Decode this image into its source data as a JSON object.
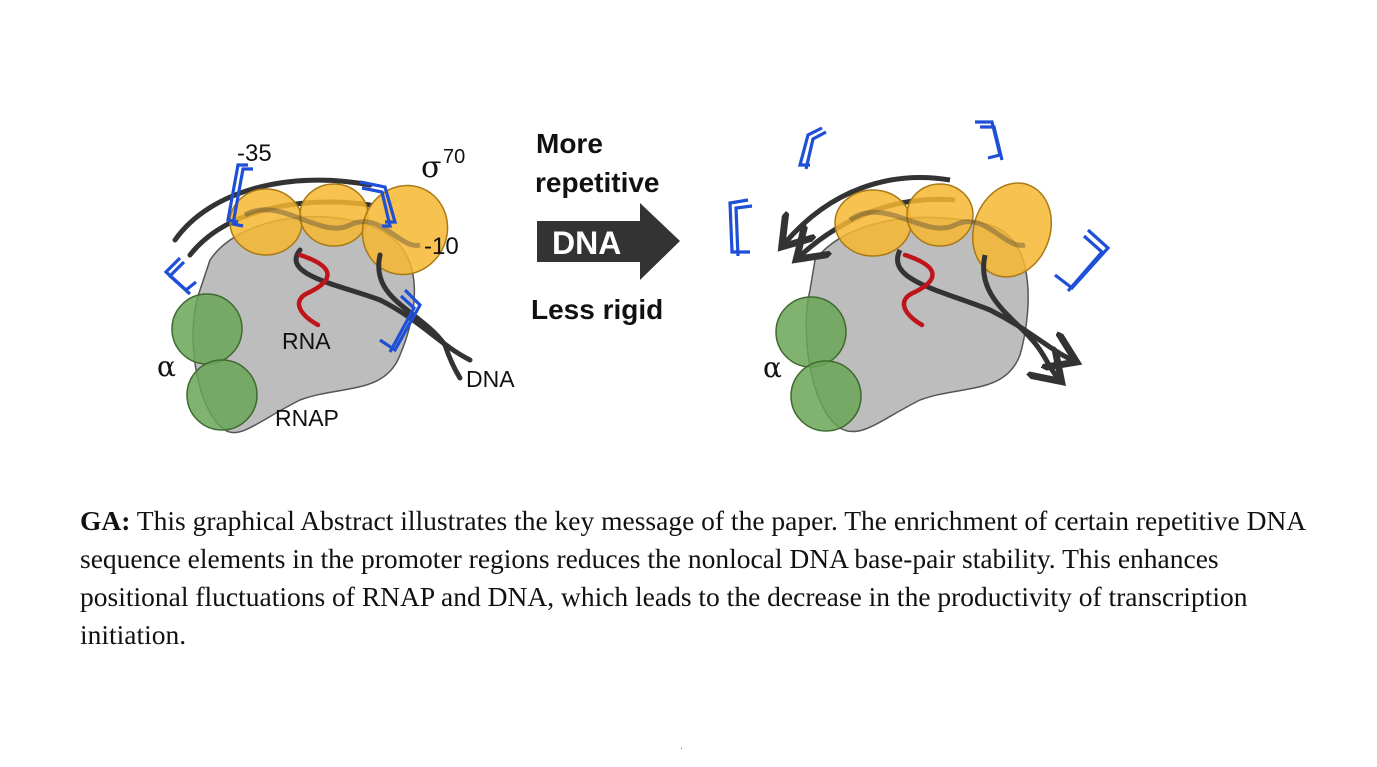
{
  "left_panel": {
    "label_minus35": "-35",
    "label_sigma": "σ",
    "label_sigma_sup": "70",
    "label_minus10": "-10",
    "label_rna": "RNA",
    "label_dna": "DNA",
    "label_alpha": "α",
    "label_rnap": "RNAP"
  },
  "middle": {
    "line1": "More",
    "line2": "repetitive",
    "arrow_text": "DNA",
    "line3": "Less rigid"
  },
  "right_panel": {
    "label_alpha": "α"
  },
  "caption": {
    "prefix": "GA:",
    "text": " This graphical Abstract illustrates the key message of the paper. The enrichment of certain repetitive DNA sequence elements in the promoter regions reduces the nonlocal DNA base-pair stability. This enhances positional fluctuations of RNAP and DNA, which leads to the decrease in the productivity of transcription initiation."
  },
  "colors": {
    "rnap": "#bdbdbd",
    "sigma": "#f7b733",
    "alpha": "#6aa457",
    "rna": "#c0141c",
    "dna": "#333333",
    "bracket": "#1f4fd6"
  }
}
